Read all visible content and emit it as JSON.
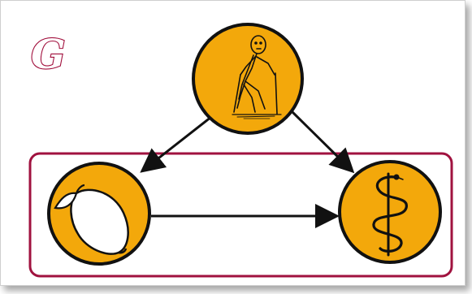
{
  "diagram": {
    "title": "G",
    "colors": {
      "node_fill": "#F3A80B",
      "node_stroke": "#111111",
      "arrow": "#111111",
      "group_box": "#A0123F",
      "title": "#A00C3A"
    },
    "nodes": [
      {
        "id": "walker",
        "icon": "hiker-with-walking-sticks-icon"
      },
      {
        "id": "lemon",
        "icon": "lemon-icon"
      },
      {
        "id": "medicine",
        "icon": "rod-of-asclepius-icon"
      }
    ],
    "edges": [
      {
        "from": "walker",
        "to": "lemon"
      },
      {
        "from": "walker",
        "to": "medicine"
      },
      {
        "from": "lemon",
        "to": "medicine"
      }
    ],
    "group": {
      "members": [
        "lemon",
        "medicine"
      ]
    }
  }
}
